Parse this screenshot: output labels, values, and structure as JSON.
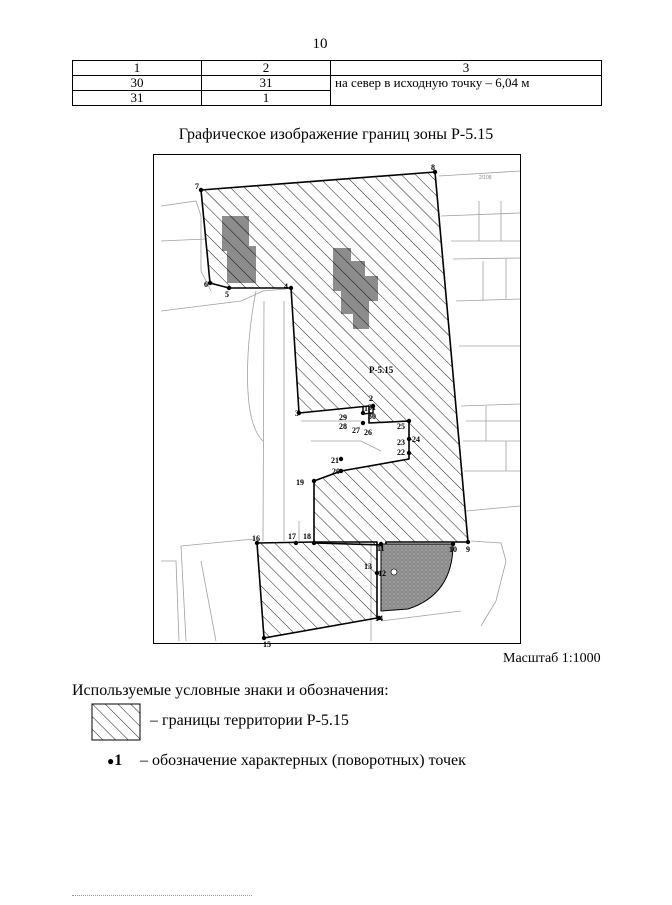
{
  "page_number": "10",
  "table": {
    "header": [
      "1",
      "2",
      "3"
    ],
    "rows": [
      {
        "from": "30",
        "to": "31"
      },
      {
        "from": "31",
        "to": "1"
      }
    ],
    "merged_description": "на север в исходную точку – 6,04 м"
  },
  "map": {
    "title": "Графическое изображение границ зоны Р-5.15",
    "zone_label": "Р-5.15",
    "scale": "Масштаб 1:1000",
    "point_labels": [
      "1",
      "2",
      "3",
      "4",
      "5",
      "6",
      "7",
      "8",
      "9",
      "10",
      "11",
      "12",
      "13",
      "14",
      "15",
      "16",
      "17",
      "18",
      "19",
      "20",
      "21",
      "22",
      "23",
      "24",
      "25",
      "26",
      "27",
      "28",
      "29",
      "30",
      "31"
    ],
    "background_label": "2/108"
  },
  "legend": {
    "title": "Используемые условные знаки и обозначения:",
    "boundary_text": "– границы территории Р-5.15",
    "point_symbol": "1",
    "point_text": "– обозначение характерных (поворотных) точек"
  }
}
